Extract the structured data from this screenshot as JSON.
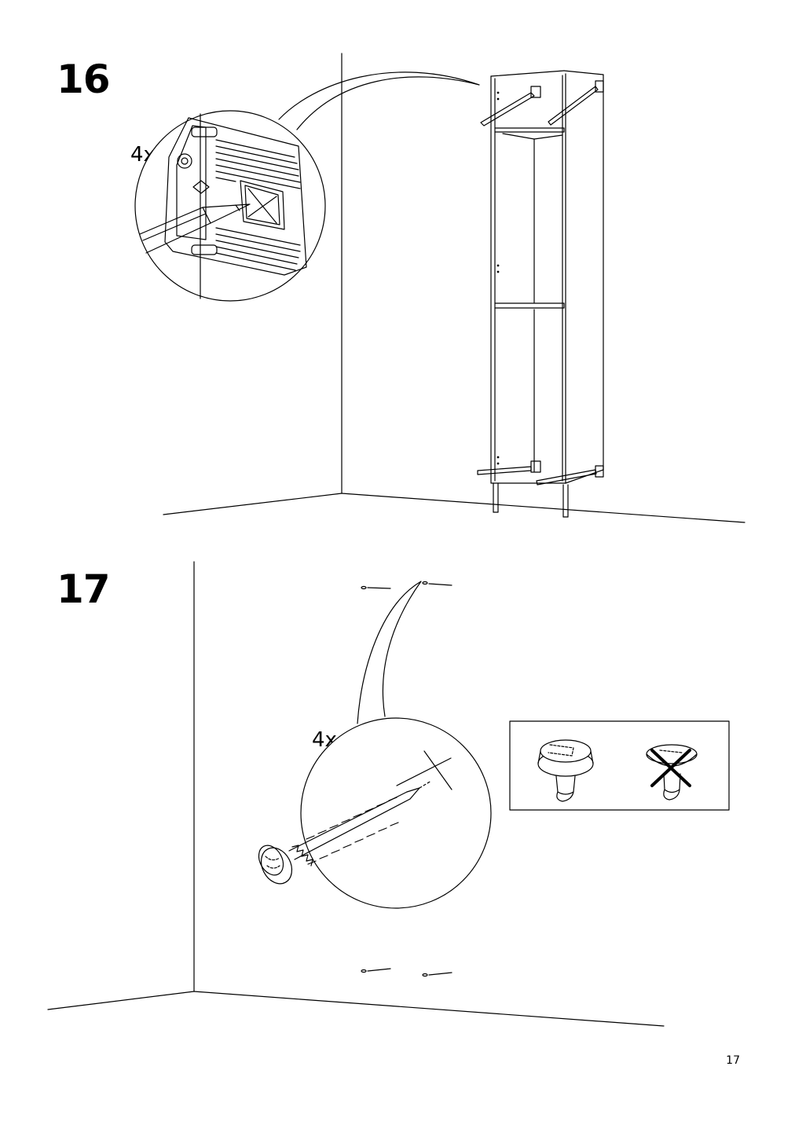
{
  "steps": [
    {
      "number": "16",
      "quantity": "4x"
    },
    {
      "number": "17",
      "quantity": "4x"
    }
  ],
  "page_number": "17",
  "icons": {
    "step16": [
      "wall-corner-icon",
      "cabinet-frame-icon",
      "wall-bracket-detail-icon",
      "pencil-icon",
      "zoom-callout-icon"
    ],
    "step17": [
      "wall-corner-icon",
      "wall-hole-mark-icon",
      "screw-icon",
      "screw-head-correct-icon",
      "screw-head-incorrect-icon",
      "cross-mark-icon"
    ]
  }
}
